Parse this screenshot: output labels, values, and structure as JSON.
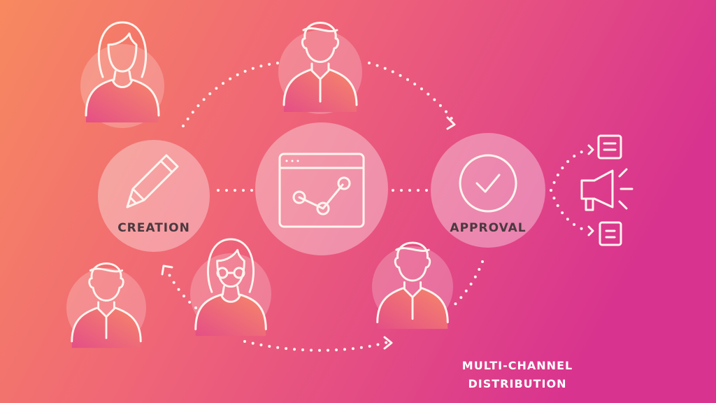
{
  "colors": {
    "background_left": "#f7895f",
    "background_right": "#d8338f",
    "icon_stroke": "#fff4ee",
    "label_text": "#4a3a40"
  },
  "stages": {
    "creation": {
      "label": "CREATION",
      "icon": "pencil-icon"
    },
    "dashboard": {
      "icon": "browser-chart-icon"
    },
    "approval": {
      "label": "APPROVAL",
      "icon": "check-circle-icon"
    },
    "distribution": {
      "line1": "MULTI-CHANNEL",
      "line2": "DISTRIBUTION",
      "icon": "megaphone-icon"
    }
  },
  "people": [
    "woman-avatar",
    "man-avatar",
    "man-avatar",
    "woman-glasses-avatar",
    "man-avatar"
  ]
}
